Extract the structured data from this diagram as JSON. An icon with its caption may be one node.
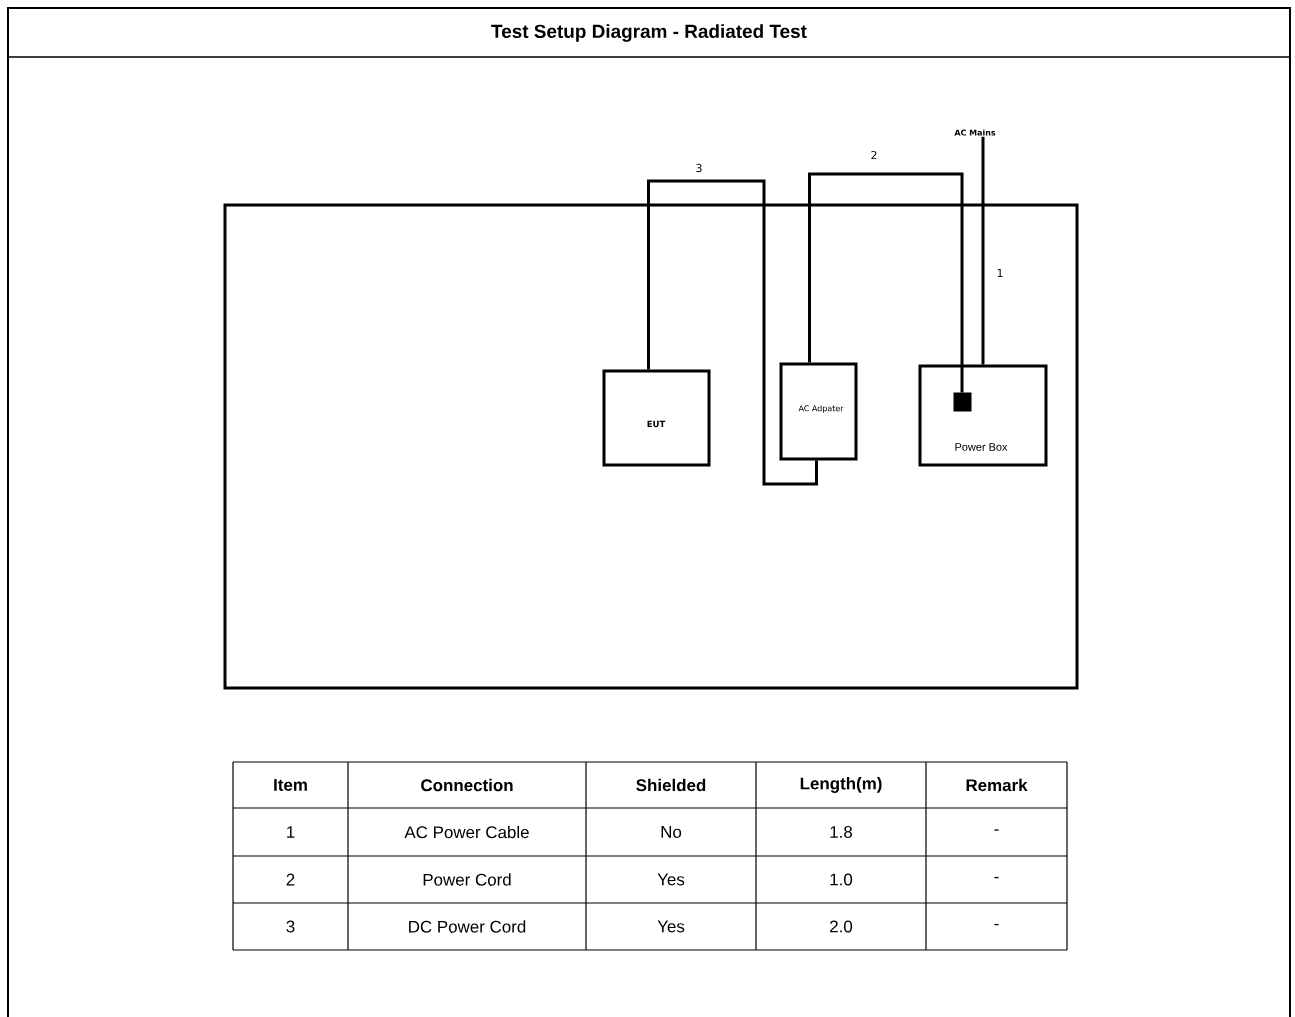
{
  "diagram": {
    "title": "Test Setup Diagram - Radiated Test",
    "nodes": [
      {
        "text": [],
        "shape": "box"
      },
      {
        "text": [
          "EUT"
        ],
        "in": 0
      },
      {
        "text": [
          "AC Adpater"
        ],
        "in": 0
      },
      {
        "text": [
          "Power Box"
        ],
        "in": 0
      },
      {
        "text": [
          "AC Mains"
        ]
      },
      {
        "text": [],
        "shape": "box",
        "in": 3
      }
    ],
    "edges": [
      {
        "from": 4,
        "to": 3,
        "arrow": "none",
        "label": "1"
      },
      {
        "from": 2,
        "to": 5,
        "arrow": "none",
        "label": "2"
      },
      {
        "from": 1,
        "to": 2,
        "arrow": "none",
        "label": "3"
      }
    ],
    "labels": [
      "Item",
      "Connection",
      "Shielded",
      "Length(m)",
      "Remark",
      "1",
      "AC Power Cable",
      "No",
      "1.8",
      "-",
      "2",
      "Power Cord",
      "Yes",
      "1.0",
      "-",
      "3",
      "DC Power Cord",
      "Yes",
      "2.0",
      "-"
    ]
  }
}
